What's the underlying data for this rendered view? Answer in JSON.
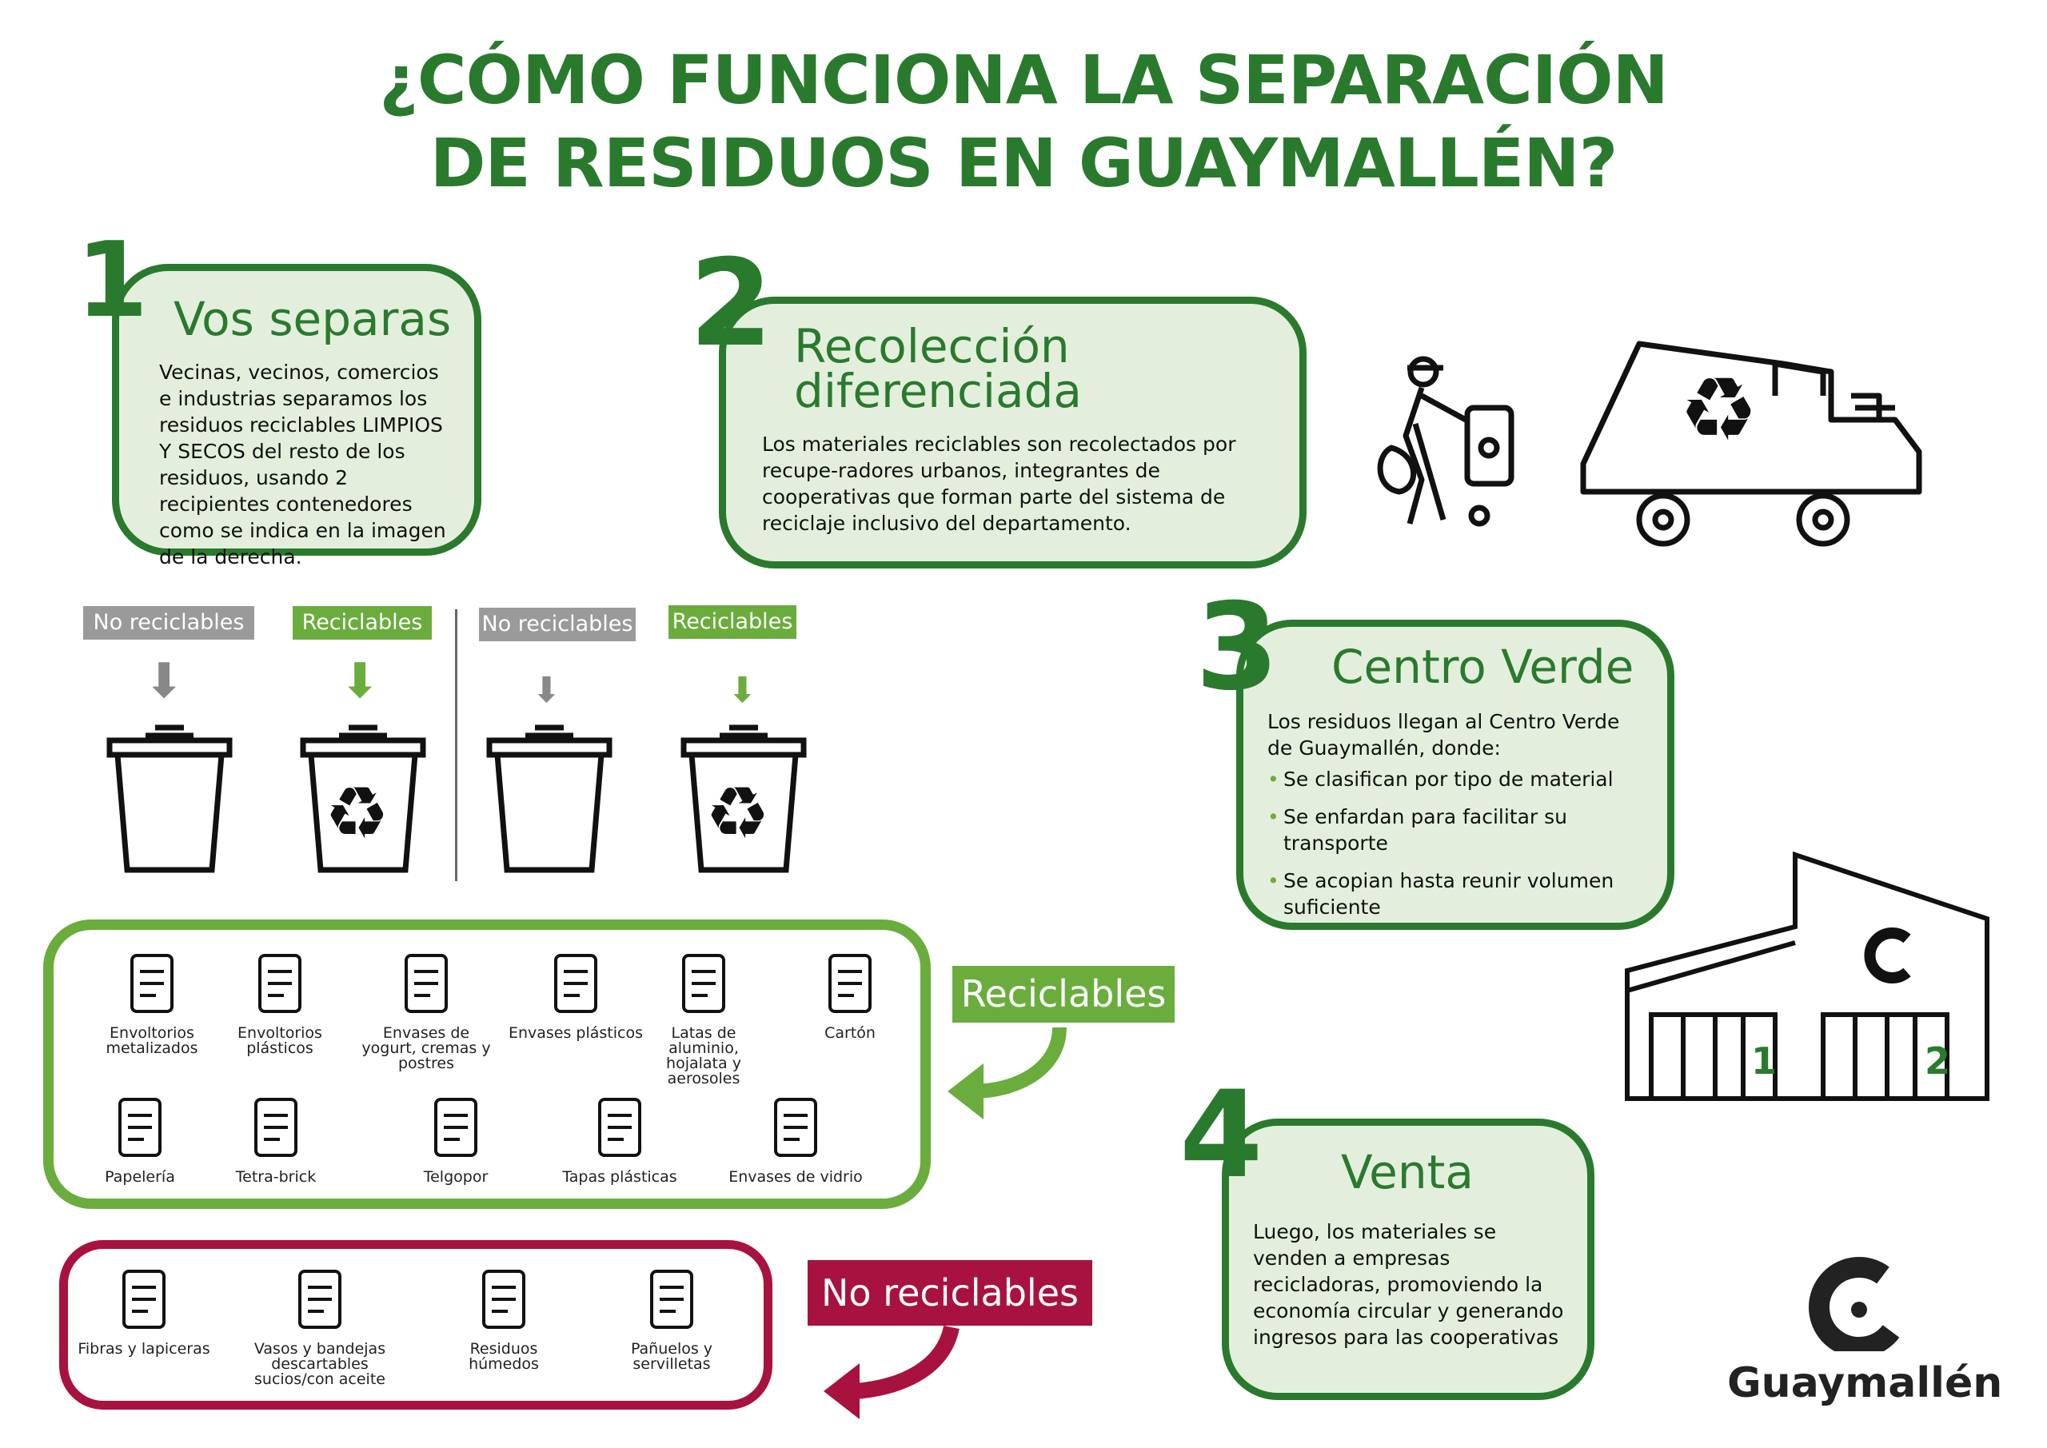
{
  "title": {
    "line1": "¿CÓMO FUNCIONA LA SEPARACIÓN",
    "line2": "DE RESIDUOS EN GUAYMALLÉN?"
  },
  "steps": [
    {
      "number": "1",
      "heading": "Vos separas",
      "body": "Vecinas, vecinos, comercios e industrias separamos los residuos reciclables LIMPIOS Y SECOS del resto de los residuos, usando 2 recipientes contenedores como se indica en la imagen de la derecha."
    },
    {
      "number": "2",
      "heading_line1": "Recolección",
      "heading_line2": "diferenciada",
      "body": "Los materiales reciclables son recolectados por recupe-radores urbanos, integrantes de cooperativas que forman parte del sistema de reciclaje inclusivo del departamento."
    },
    {
      "number": "3",
      "heading": "Centro Verde",
      "body": "Los residuos llegan al Centro Verde de Guaymallén, donde:",
      "bullets": [
        "Se clasifican por tipo de material",
        "Se enfardan para facilitar su transporte",
        "Se acopian hasta reunir volumen suficiente"
      ]
    },
    {
      "number": "4",
      "heading": "Venta",
      "body": "Luego, los materiales se venden a empresas recicladoras, promoviendo la economía circular y generando ingresos para las cooperativas"
    }
  ],
  "bins": [
    "No reciclables",
    "Reciclables",
    "No reciclables",
    "Reciclables"
  ],
  "recyclables": {
    "label": "Reciclables",
    "items": [
      "Envoltorios metalizados",
      "Envoltorios plásticos",
      "Envases de yogurt, cremas y postres",
      "Envases plásticos",
      "Latas de aluminio, hojalata y aerosoles",
      "Cartón",
      "Papelería",
      "Tetra-brick",
      "Telgopor",
      "Tapas plásticas",
      "Envases de vidrio"
    ]
  },
  "non_recyclables": {
    "label": "No reciclables",
    "items": [
      "Fibras y lapiceras",
      "Vasos y bandejas descartables sucios/con aceite",
      "Residuos húmedos",
      "Pañuelos y servilletas"
    ]
  },
  "building": {
    "door1": "1",
    "door2": "2"
  },
  "logo": {
    "name": "Guaymallén"
  },
  "colors": {
    "dark_green": "#2a7a2e",
    "light_green": "#6aad3d",
    "box_fill": "#e3efdc",
    "gray": "#9a9a9a",
    "crimson": "#a8123e"
  }
}
